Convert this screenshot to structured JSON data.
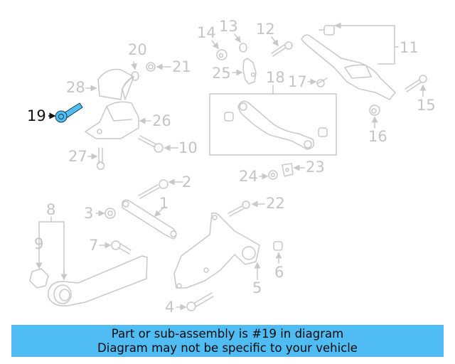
{
  "diagram": {
    "highlight_color": "#4fbcf4",
    "line_color": "#c8c8c8",
    "highlighted_part": "19",
    "callouts": [
      {
        "id": "1",
        "label": "1"
      },
      {
        "id": "2",
        "label": "2"
      },
      {
        "id": "3",
        "label": "3"
      },
      {
        "id": "4",
        "label": "4"
      },
      {
        "id": "5",
        "label": "5"
      },
      {
        "id": "6",
        "label": "6"
      },
      {
        "id": "7",
        "label": "7"
      },
      {
        "id": "8",
        "label": "8"
      },
      {
        "id": "9",
        "label": "9"
      },
      {
        "id": "10",
        "label": "10"
      },
      {
        "id": "11",
        "label": "11"
      },
      {
        "id": "12",
        "label": "12"
      },
      {
        "id": "13",
        "label": "13"
      },
      {
        "id": "14",
        "label": "14"
      },
      {
        "id": "15",
        "label": "15"
      },
      {
        "id": "16",
        "label": "16"
      },
      {
        "id": "17",
        "label": "17"
      },
      {
        "id": "18",
        "label": "18"
      },
      {
        "id": "19",
        "label": "19"
      },
      {
        "id": "20",
        "label": "20"
      },
      {
        "id": "21",
        "label": "21"
      },
      {
        "id": "22",
        "label": "22"
      },
      {
        "id": "23",
        "label": "23"
      },
      {
        "id": "24",
        "label": "24"
      },
      {
        "id": "25",
        "label": "25"
      },
      {
        "id": "26",
        "label": "26"
      },
      {
        "id": "27",
        "label": "27"
      },
      {
        "id": "28",
        "label": "28"
      }
    ]
  },
  "banner": {
    "line1": "Part or sub-assembly is #19 in diagram",
    "line2": "Diagram may not be specific to your vehicle",
    "background": "#4fbcf4"
  }
}
